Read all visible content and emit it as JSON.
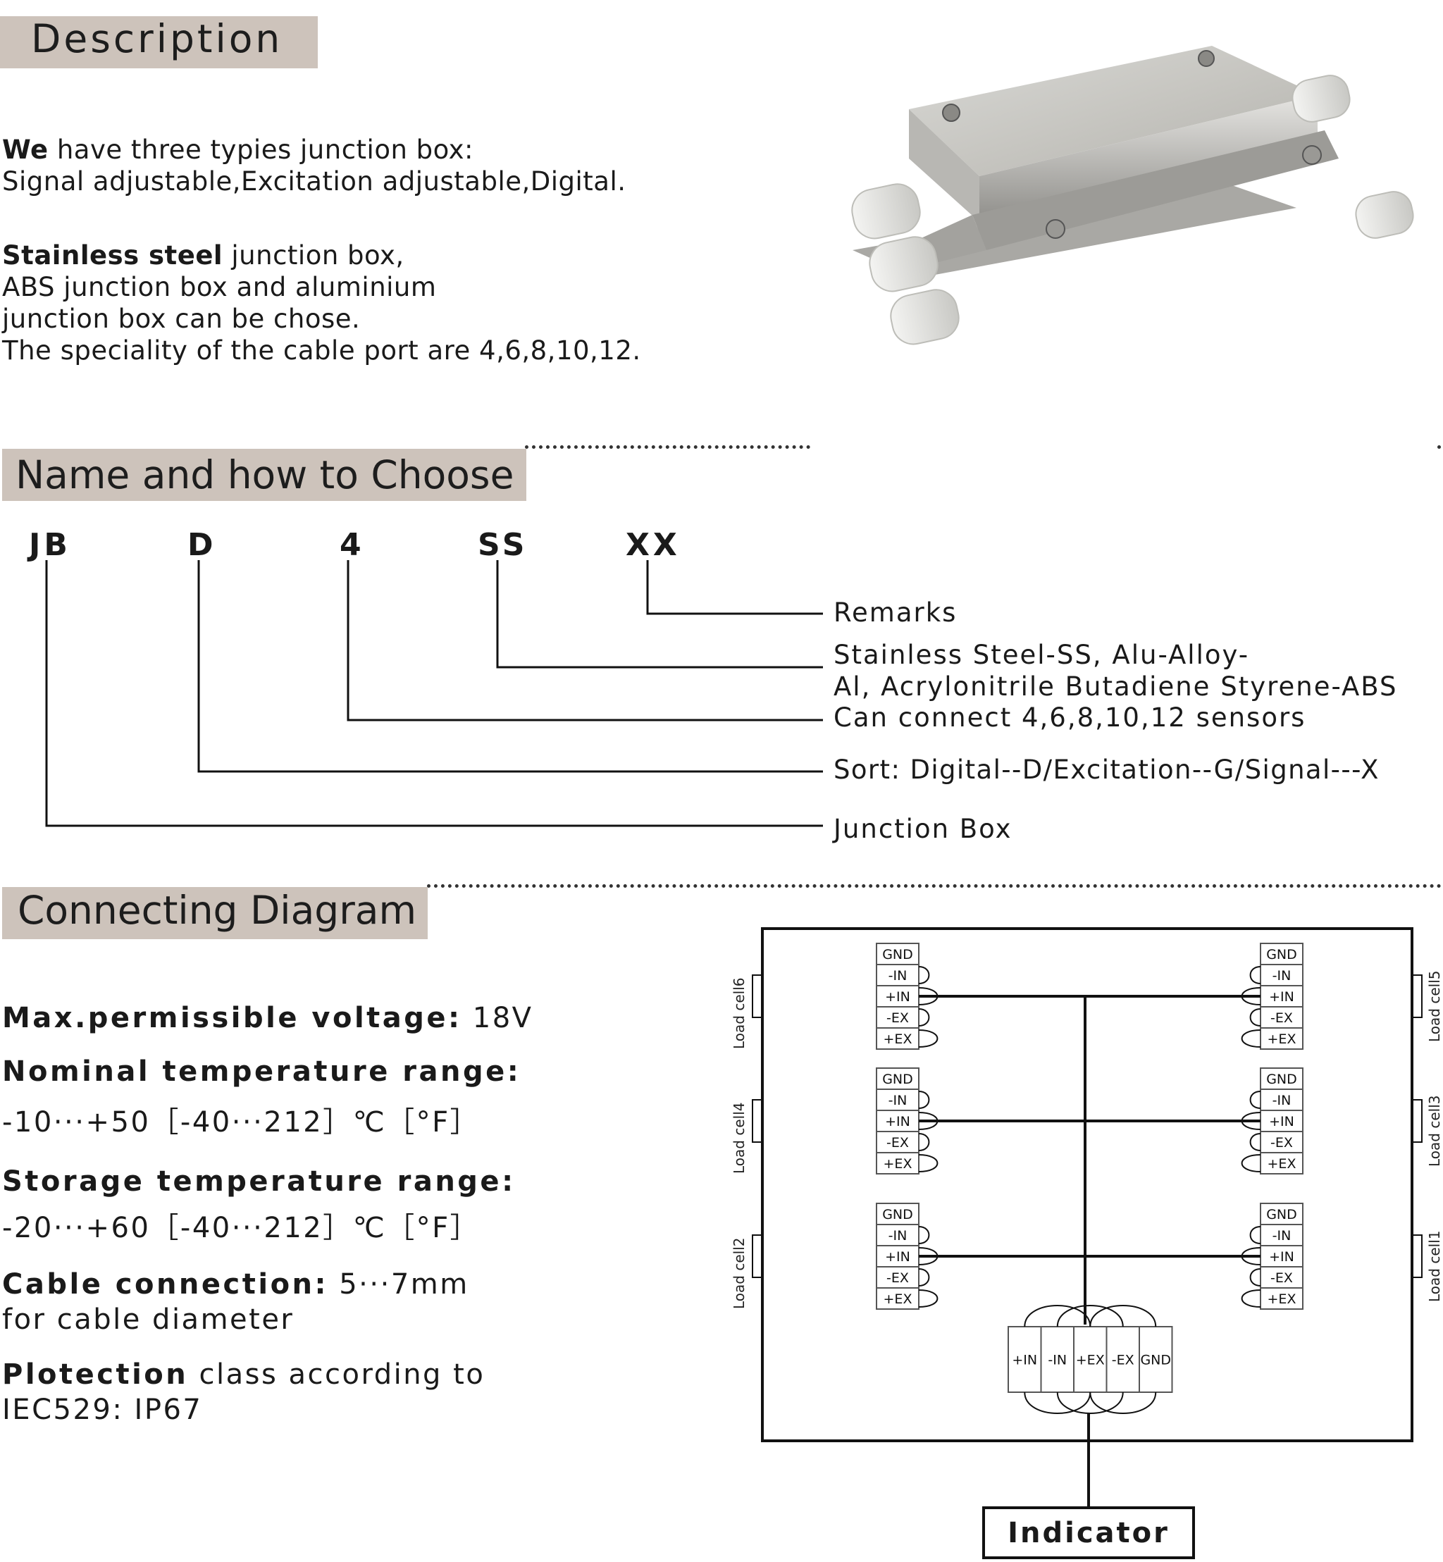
{
  "description": {
    "title": "Description",
    "line1_bold": "We",
    "line1_rest": " have three typies junction box:",
    "line2": "Signal adjustable,Excitation adjustable,Digital.",
    "line3_bold": "Stainless steel",
    "line3_rest": "  junction box,",
    "line4": "ABS junction box and aluminium",
    "line5": "junction box can be chose.",
    "line6": "The speciality of the cable port are 4,6,8,10,12."
  },
  "naming": {
    "title": "Name and how to Choose",
    "codes": [
      "JB",
      "D",
      "4",
      "SS",
      "XX"
    ],
    "options": {
      "remarks": "Remarks",
      "material_1": "Stainless Steel-SS, Alu-Alloy-",
      "material_2": "Al, Acrylonitrile Butadiene Styrene-ABS",
      "sensors": "Can connect 4,6,8,10,12 sensors",
      "sort": "Sort: Digital--D/Excitation--G/Signal---X",
      "box": "Junction Box"
    }
  },
  "connecting": {
    "title": "Connecting Diagram",
    "voltage_label": "Max.permissible voltage:",
    "voltage_value": " 18V",
    "nominal_label": "Nominal temperature range:",
    "nominal_value": "-10···+50［-40···212］℃［°F］",
    "storage_label": "Storage temperature range:",
    "storage_value": "-20···+60［-40···212］℃［°F］",
    "cable_label": "Cable connection:",
    "cable_value": "  5···7mm",
    "cable_line2": "for cable diameter",
    "protection_label": "Plotection",
    "protection_rest": " class  according to",
    "protection_line2": "IEC529: IP67"
  },
  "diagram": {
    "terminal_labels": [
      "GND",
      "-IN",
      "+IN",
      "-EX",
      "+EX"
    ],
    "indicator_terminals": [
      "+IN",
      "-IN",
      "+EX",
      "-EX",
      "GND"
    ],
    "load_cells": {
      "left_top": "Load cell6",
      "left_mid": "Load cell4",
      "left_bot": "Load cell2",
      "right_top": "Load cell5",
      "right_mid": "Load cell3",
      "right_bot": "Load cell1"
    },
    "indicator": "Indicator"
  }
}
